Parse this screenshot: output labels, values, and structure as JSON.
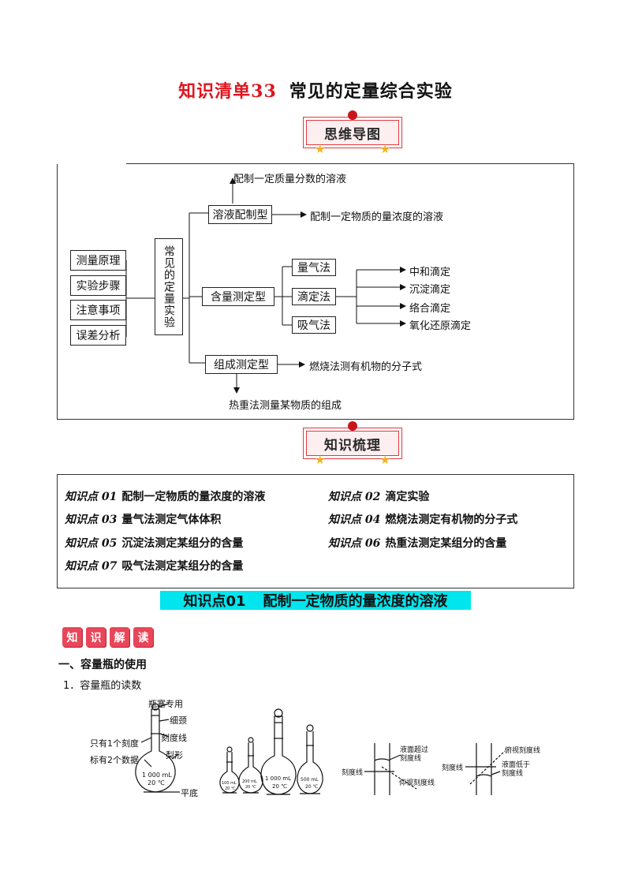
{
  "title": {
    "code": "知识清单33",
    "topic": "常见的定量综合实验"
  },
  "banners": {
    "mind_map": "思维导图",
    "sorting": "知识梳理"
  },
  "mind_map": {
    "left_items": [
      "测量原理",
      "实验步骤",
      "注意事项",
      "误差分析"
    ],
    "center": "常见的定量实验",
    "branches": {
      "solution": {
        "label": "溶液配制型",
        "top_leaf": "配制一定质量分数的溶液",
        "right_leaf": "配制一定物质的量浓度的溶液"
      },
      "content": {
        "label": "含量测定型",
        "methods": [
          "量气法",
          "滴定法",
          "吸气法"
        ],
        "titrations": [
          "中和滴定",
          "沉淀滴定",
          "络合滴定",
          "氧化还原滴定"
        ]
      },
      "composition": {
        "label": "组成测定型",
        "right_leaf": "燃烧法测有机物的分子式",
        "bottom_leaf": "热重法测量某物质的组成"
      }
    }
  },
  "knowledge_points": [
    {
      "num": "知识点 01",
      "text": "配制一定物质的量浓度的溶液"
    },
    {
      "num": "知识点 02",
      "text": "滴定实验"
    },
    {
      "num": "知识点 03",
      "text": "量气法测定气体体积"
    },
    {
      "num": "知识点 04",
      "text": "燃烧法测定有机物的分子式"
    },
    {
      "num": "知识点 05",
      "text": "沉淀法测定某组分的含量"
    },
    {
      "num": "知识点 06",
      "text": "热重法测定某组分的含量"
    },
    {
      "num": "知识点 07",
      "text": "吸气法测定某组分的含量"
    }
  ],
  "section": {
    "num": "知识点01",
    "title": "配制一定物质的量浓度的溶液"
  },
  "badges": [
    "知",
    "识",
    "解",
    "读"
  ],
  "subheading": "一、容量瓶的使用",
  "item1": "1．容量瓶的读数",
  "figure": {
    "flask_labels": [
      "瓶塞专用",
      "细颈",
      "刻度线",
      "只有1个刻度",
      "标有2个数据",
      "梨形",
      "平底"
    ],
    "flask_marks": [
      "1 000 mL",
      "20 ℃"
    ],
    "set_marks": [
      {
        "vol": "100 mL",
        "temp": "20 ℃"
      },
      {
        "vol": "200 mL",
        "temp": "20 ℃"
      },
      {
        "vol": "1 000 mL",
        "temp": "20 ℃"
      },
      {
        "vol": "500 mL",
        "temp": "20 ℃"
      }
    ],
    "reading_up": [
      "液面超过刻度线",
      "刻度线",
      "仰视刻度线"
    ],
    "reading_down": [
      "俯视刻度线",
      "刻度线",
      "液面低于刻度线"
    ]
  }
}
